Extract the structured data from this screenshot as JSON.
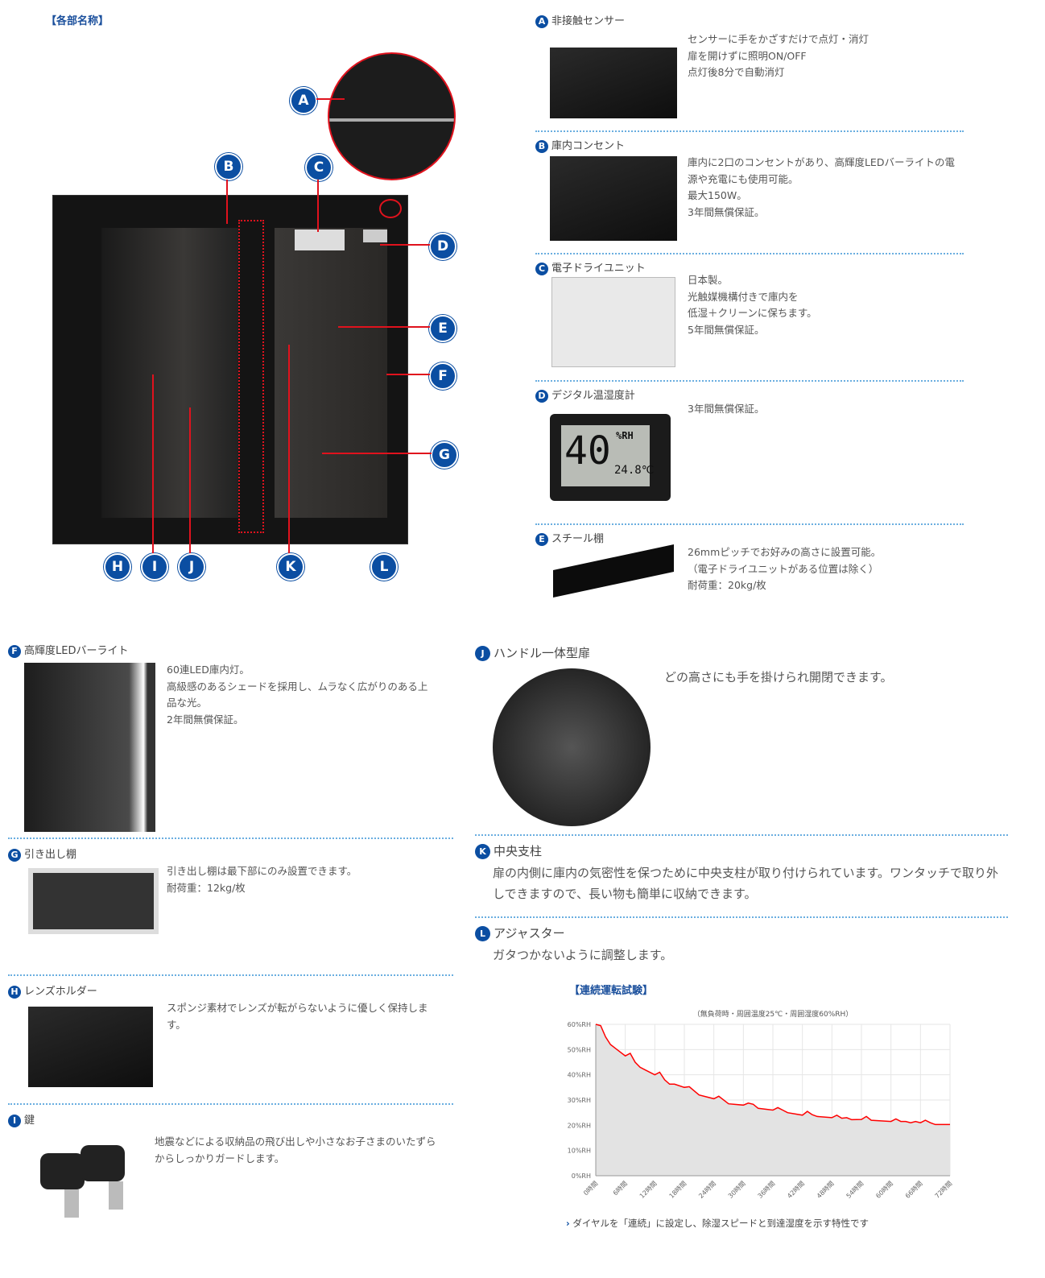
{
  "section_title": "【各部名称】",
  "callouts": [
    "A",
    "B",
    "C",
    "D",
    "E",
    "F",
    "G",
    "H",
    "I",
    "J",
    "K",
    "L"
  ],
  "right_items": [
    {
      "key": "A",
      "title": "非接触センサー",
      "desc": "センサーに手をかざすだけで点灯・消灯\n扉を開けずに照明ON/OFF\n点灯後8分で自動消灯"
    },
    {
      "key": "B",
      "title": "庫内コンセント",
      "desc": "庫内に2口のコンセントがあり、高輝度LEDバーライトの電\n源や充電にも使用可能。\n最大150W。\n3年間無償保証。"
    },
    {
      "key": "C",
      "title": "電子ドライユニット",
      "desc": "日本製。\n光触媒機構付きで庫内を\n低湿＋クリーンに保ちます。\n5年間無償保証。"
    },
    {
      "key": "D",
      "title": "デジタル温湿度計",
      "desc": "3年間無償保証。",
      "display": "40",
      "display_unit": "%RH",
      "display_temp": "24.8℃"
    },
    {
      "key": "E",
      "title": "スチール棚",
      "desc": "26mmピッチでお好みの高さに設置可能。\n（電子ドライユニットがある位置は除く）\n耐荷重：20kg/枚"
    }
  ],
  "left_items": [
    {
      "key": "F",
      "title": "高輝度LEDバーライト",
      "desc": "60連LED庫内灯。\n高級感のあるシェードを採用し、ムラなく広がりのある上\n品な光。\n2年間無償保証。"
    },
    {
      "key": "G",
      "title": "引き出し棚",
      "desc": "引き出し棚は最下部にのみ設置できます。\n耐荷重：12kg/枚"
    },
    {
      "key": "H",
      "title": "レンズホルダー",
      "desc": "スポンジ素材でレンズが転がらないように優しく保持しま\nす。"
    },
    {
      "key": "I",
      "title": "鍵",
      "desc": "地震などによる収納品の飛び出しや小さなお子さまのいたずら\nからしっかりガードします。"
    }
  ],
  "lower_right": [
    {
      "key": "J",
      "title": "ハンドル一体型扉",
      "desc": "どの高さにも手を掛けられ開閉できます。"
    },
    {
      "key": "K",
      "title": "中央支柱",
      "desc": "扉の内側に庫内の気密性を保つために中央支柱が取り付けられています。ワンタッチで取り外しできますので、長い物も簡単に収納できます。"
    },
    {
      "key": "L",
      "title": "アジャスター",
      "desc": "ガタつかないように調整します。"
    }
  ],
  "chart_section_title": "【連続運転試験】",
  "chart_note": "ダイヤルを「連続」に設定し、除湿スピードと到達湿度を示す特性です",
  "chart_data": {
    "type": "area",
    "title": "（無負荷時・周囲温度25℃・周囲湿度60%RH）",
    "xlabel": "",
    "ylabel": "",
    "xlim": [
      0,
      72
    ],
    "ylim": [
      0,
      60
    ],
    "yticks": [
      "0%RH",
      "10%RH",
      "20%RH",
      "30%RH",
      "40%RH",
      "50%RH",
      "60%RH"
    ],
    "xticks": [
      "0時間",
      "6時間",
      "12時間",
      "18時間",
      "24時間",
      "30時間",
      "36時間",
      "42時間",
      "48時間",
      "54時間",
      "60時間",
      "66時間",
      "72時間"
    ],
    "grid": true,
    "line_color": "#ff0000",
    "fill_color": "#e3e3e3",
    "x": [
      0,
      1,
      2,
      3,
      4,
      6,
      7,
      8,
      9,
      10,
      12,
      13,
      14,
      15,
      16,
      18,
      19,
      21,
      24,
      25,
      27,
      30,
      31,
      32,
      33,
      36,
      37,
      38,
      39,
      42,
      43,
      44,
      45,
      48,
      49,
      50,
      51,
      52,
      54,
      55,
      56,
      60,
      61,
      62,
      63,
      64,
      65,
      66,
      67,
      68,
      69,
      72
    ],
    "y": [
      60,
      59.5,
      55,
      52,
      50.5,
      47.5,
      48.5,
      45,
      43,
      42,
      40,
      41,
      38,
      36.3,
      36.3,
      35,
      35.3,
      32,
      30.5,
      31.5,
      28.5,
      28,
      28.8,
      28.3,
      26.7,
      26,
      27,
      26,
      25,
      24,
      25.5,
      24.2,
      23.5,
      23,
      24,
      22.8,
      23,
      22.2,
      22.3,
      23.5,
      22,
      21.5,
      22.5,
      21.5,
      21.5,
      21,
      21.5,
      21,
      22,
      21,
      20.3,
      20.3
    ]
  }
}
